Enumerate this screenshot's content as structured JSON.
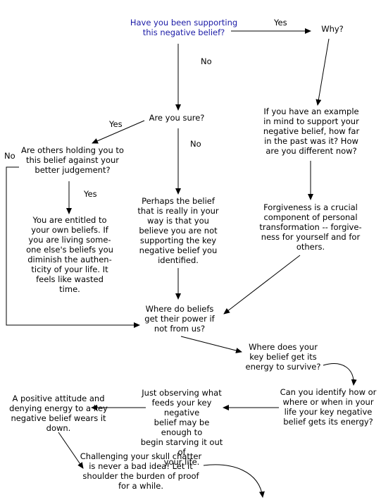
{
  "colors": {
    "question": "#1a1aa6",
    "text": "#000000",
    "arrow": "#000000"
  },
  "nodes": {
    "q1": "Have you been supporting\nthis negative belief?",
    "why": "Why?",
    "sure": "Are you sure?",
    "example": "If you have an example\nin mind to support your\nnegative belief, how far\nin the past was it?  How\nare you different now?",
    "others": "Are others holding you to\nthis belief against your\nbetter judgement?",
    "perhaps": "Perhaps the belief\nthat is really in your\nway is that you\nbelieve you are not\nsupporting the key\nnegative belief you\nidentified.",
    "forgive": "Forgiveness is a crucial\ncomponent of personal\ntransformation -- forgive-\nness for yourself and for\nothers.",
    "entitled": "You are entitled to\nyour own beliefs.  If\nyou are living some-\none else's beliefs you\ndiminish the authen-\nticity of your life.  It\nfeels like wasted\ntime.",
    "power": "Where do beliefs\nget their power if\nnot from us?",
    "survive": "Where does your\nkey belief get its\nenergy to survive?",
    "identify": "Can you identify how or\nwhere or when in your\nlife your key negative\nbelief gets its energy?",
    "observe": "Just observing what\nfeeds your key negative\nbelief may be enough to\nbegin starving it out of\nyour life.",
    "positive": "A positive attitude and\ndenying energy to a key\nnegative belief wears it\ndown.",
    "challenge": "Challenging your skull chatter\nis never a bad idea! Let it\nshoulder the burden of proof\nfor a while."
  },
  "labels": {
    "yes1": "Yes",
    "no1": "No",
    "yes2": "Yes",
    "no2": "No",
    "no3": "No",
    "yes3": "Yes"
  }
}
